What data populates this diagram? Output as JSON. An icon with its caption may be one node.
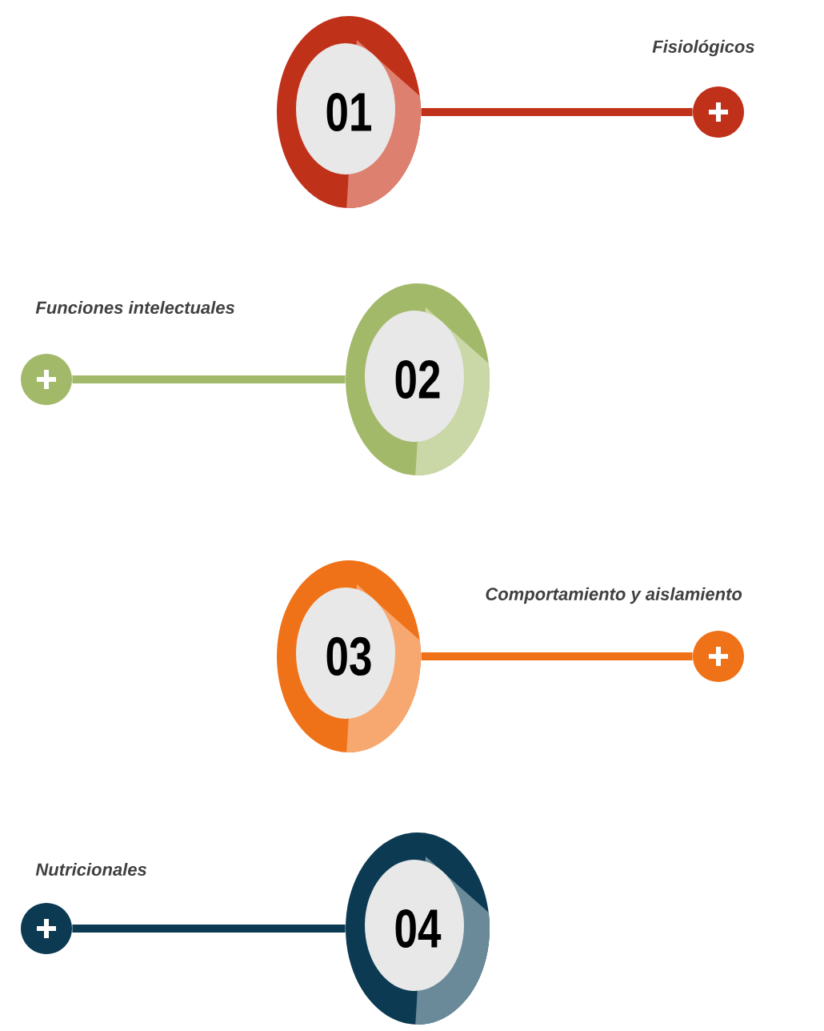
{
  "diagram": {
    "nodes": [
      {
        "text": [
          "01"
        ]
      },
      {
        "text": [],
        "shape": "circle",
        "beside": [
          "Fisiológicos"
        ]
      },
      {
        "text": [
          "02"
        ]
      },
      {
        "text": [],
        "shape": "circle",
        "beside": [
          "Funciones intelectuales"
        ]
      },
      {
        "text": [
          "03"
        ]
      },
      {
        "text": [],
        "shape": "circle",
        "beside": [
          "Comportamiento y aislamiento"
        ]
      },
      {
        "text": [
          "04"
        ]
      },
      {
        "text": [],
        "shape": "circle",
        "beside": [
          "Nutricionales"
        ]
      }
    ],
    "edges": [
      {
        "from": 0,
        "to": 1,
        "arrow": "none",
        "color": "#c0311a"
      },
      {
        "from": 2,
        "to": 3,
        "arrow": "none",
        "color": "#a3b96a"
      },
      {
        "from": 4,
        "to": 5,
        "arrow": "none",
        "color": "#f07218"
      },
      {
        "from": 6,
        "to": 7,
        "arrow": "none",
        "color": "#0b3a52"
      }
    ]
  }
}
